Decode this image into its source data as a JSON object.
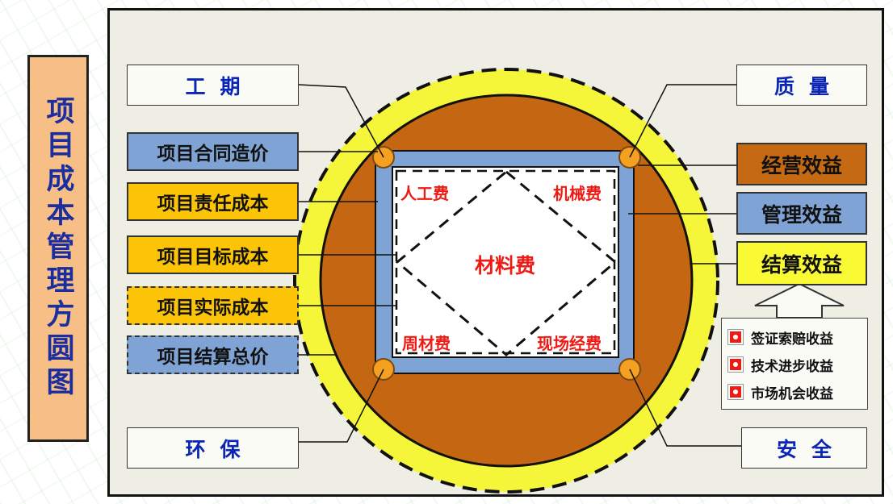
{
  "title": "项目成本管理方圆图",
  "left_items": {
    "top": "工期",
    "bottom": "环保",
    "contract_price": "项目合同造价",
    "responsibility_cost": "项目责任成本",
    "target_cost": "项目目标成本",
    "actual_cost": "项目实际成本",
    "settlement_total": "项目结算总价"
  },
  "right_items": {
    "top": "质量",
    "bottom": "安全",
    "operating_benefit": "经营效益",
    "management_benefit": "管理效益",
    "settlement_benefit": "结算效益"
  },
  "inner": {
    "labor": "人工费",
    "machinery": "机械费",
    "material": "材料费",
    "turnover_material": "周材费",
    "site_expense": "现场经费"
  },
  "benefits": [
    "签证索赔收益",
    "技术进步收益",
    "市场机会收益"
  ],
  "colors": {
    "title_bg": "#f7bf85",
    "title_text": "#1b2ea0",
    "ring_yellow": "#f5f53a",
    "disk_brown": "#c56712",
    "frame_blue": "#7fa3d4",
    "node_orange": "#f5a020",
    "inner_text_red": "#ee1a14",
    "label_blue_text": "#0a24b4"
  }
}
